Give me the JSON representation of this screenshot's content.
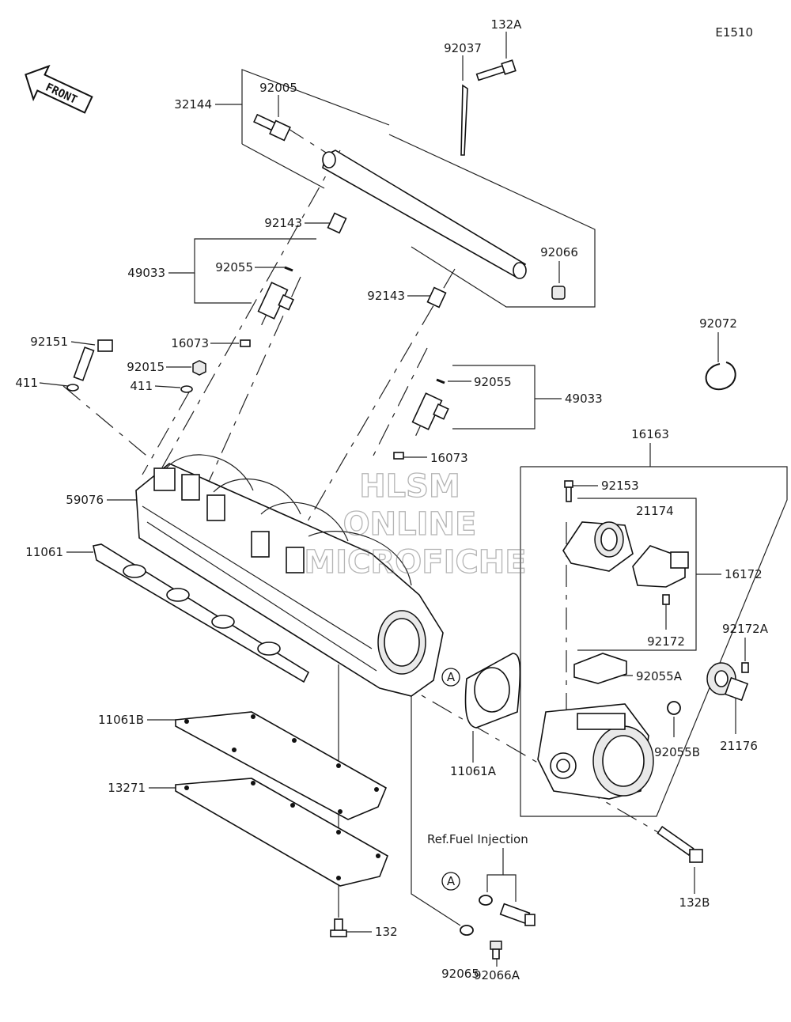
{
  "diagram_code": "E1510",
  "front_label": "FRONT",
  "reference_note": "Ref.Fuel Injection",
  "watermark": [
    "HLSM",
    "ONLINE",
    "MICROFICHE"
  ],
  "part_labels": {
    "p132A": "132A",
    "p92037": "92037",
    "p92005": "92005",
    "p32144": "32144",
    "p92143_a": "92143",
    "p49033_a": "49033",
    "p92055_a": "92055",
    "p92066": "92066",
    "p92143_b": "92143",
    "p92072": "92072",
    "p92151": "92151",
    "p16073_a": "16073",
    "p92015": "92015",
    "p411_a": "411",
    "p411_b": "411",
    "p92055_b": "92055",
    "p49033_b": "49033",
    "p16073_b": "16073",
    "p16163": "16163",
    "p59076": "59076",
    "p92153": "92153",
    "p21174": "21174",
    "p11061": "11061",
    "p16172": "16172",
    "p92172": "92172",
    "p92172A": "92172A",
    "p92055A": "92055A",
    "p21176": "21176",
    "p92055B": "92055B",
    "p11061A": "11061A",
    "p11061B": "11061B",
    "p13271": "13271",
    "p132B": "132B",
    "p132": "132",
    "p92065": "92065",
    "p92066A": "92066A"
  },
  "callouts": {
    "a1": "A",
    "a2": "A"
  }
}
